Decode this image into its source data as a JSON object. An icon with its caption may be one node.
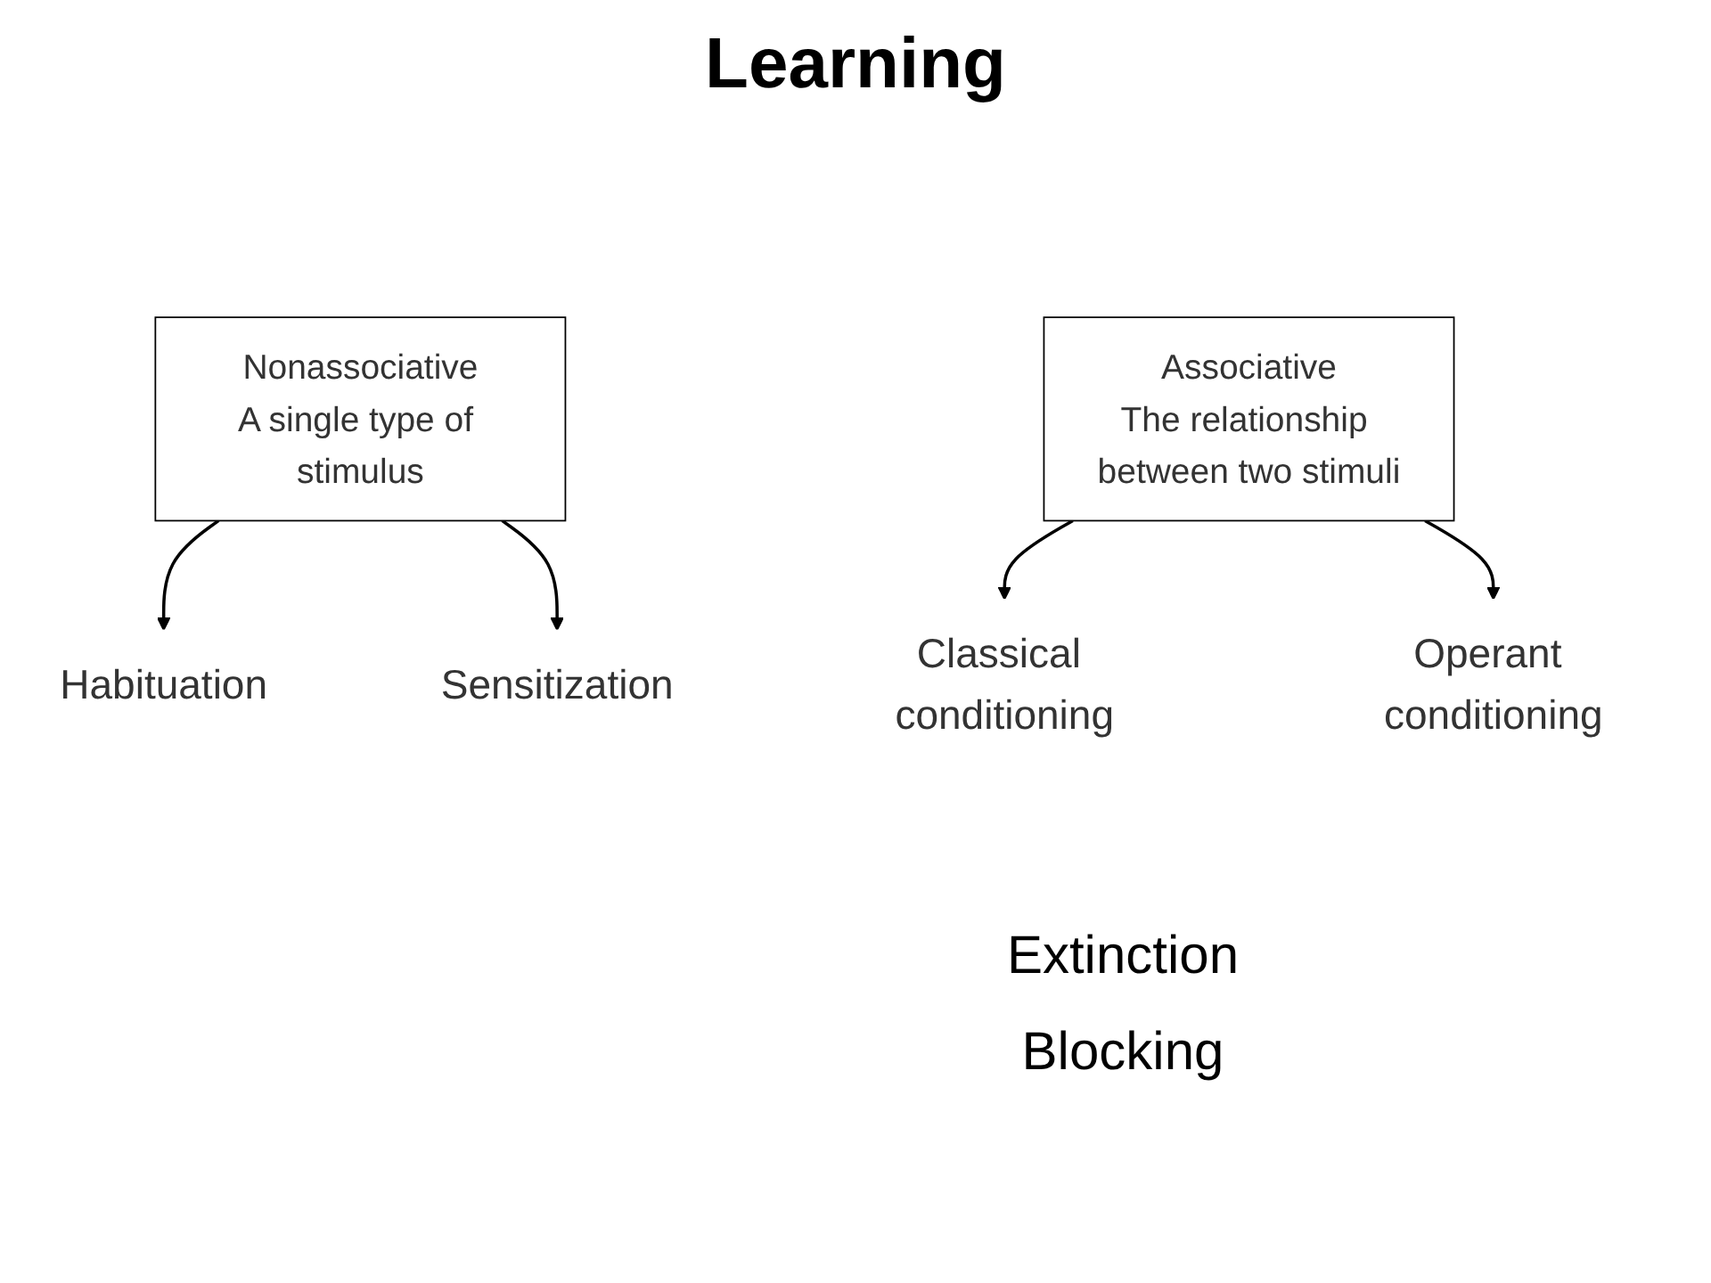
{
  "diagram": {
    "title": "Learning",
    "nodes": [
      {
        "text": [
          "Nonassociative",
          "A single type of stimulus"
        ]
      },
      {
        "text": [
          "Associative",
          "The relationship between two stimuli"
        ]
      },
      {
        "text": [
          "Habituation"
        ]
      },
      {
        "text": [
          "Sensitization"
        ]
      },
      {
        "text": [
          "Classical conditioning"
        ]
      },
      {
        "text": [
          "Operant conditioning"
        ]
      }
    ],
    "edges": [
      {
        "from": 0,
        "to": 2,
        "arrow": "to"
      },
      {
        "from": 0,
        "to": 3,
        "arrow": "to"
      },
      {
        "from": 1,
        "to": 4,
        "arrow": "to"
      },
      {
        "from": 1,
        "to": 5,
        "arrow": "to"
      }
    ],
    "labels": [
      "Extinction",
      "Blocking"
    ]
  }
}
